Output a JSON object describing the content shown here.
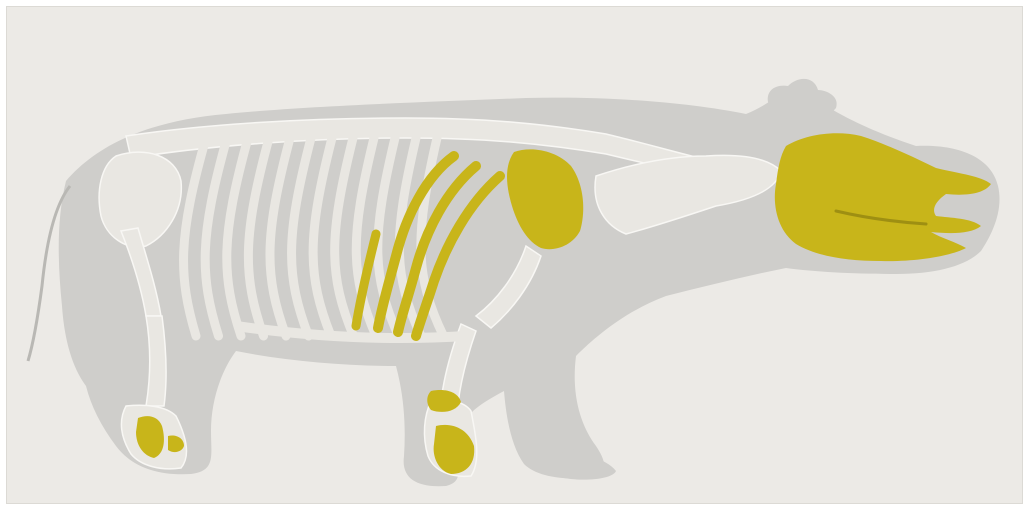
{
  "figure": {
    "subject": "rhinoceros-skeleton",
    "colors": {
      "background": "#eceae6",
      "body_silhouette": "#cfcecb",
      "bone": "#e9e7e2",
      "bone_outline": "#f8f7f4",
      "highlight": "#c8b51a",
      "highlight_dark": "#9e8f12",
      "frame": "#ffffff"
    },
    "highlighted_parts": [
      "skull",
      "scapula",
      "ribs",
      "forelimb-carpals",
      "hindlimb-tarsals"
    ]
  }
}
